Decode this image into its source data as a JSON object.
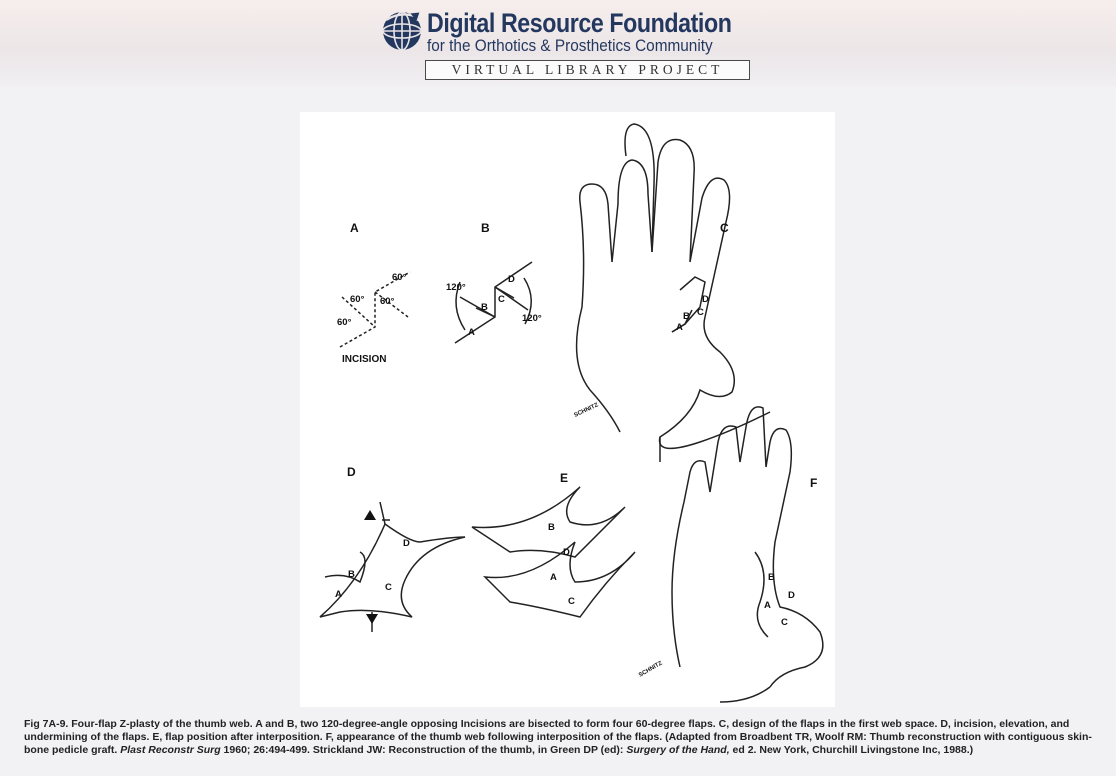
{
  "header": {
    "title": "Digital Resource Foundation",
    "subtitle": "for the Orthotics & Prosthetics Community",
    "project": "VIRTUAL LIBRARY PROJECT"
  },
  "figure": {
    "panel_labels": [
      "A",
      "B",
      "C",
      "D",
      "E",
      "F"
    ],
    "panel_a": {
      "angles": [
        "60°",
        "60°",
        "60°",
        "60°"
      ],
      "caption": "INCISION"
    },
    "panel_b": {
      "angles": [
        "120°",
        "120°"
      ],
      "flaps": [
        "A",
        "B",
        "C",
        "D"
      ]
    },
    "panel_c": {
      "flaps": [
        "A",
        "B",
        "C",
        "D"
      ]
    },
    "panel_d": {
      "flaps": [
        "A",
        "B",
        "C",
        "D"
      ]
    },
    "panel_e": {
      "flaps": [
        "B",
        "D",
        "A",
        "C"
      ]
    },
    "panel_f": {
      "flaps": [
        "B",
        "D",
        "A",
        "C"
      ]
    },
    "signature": "SCHNITZ"
  },
  "caption": {
    "part1": "Fig 7A-9. Four-flap Z-plasty of the thumb web. A and B, two 120-degree-angle opposing Incisions are bisected to form four 60-degree flaps. C, design of the flaps in the first web space. D, incision, elevation, and undermining of the flaps. E, flap position after interposition. F, appearance of the thumb web following interposition of the flaps. (Adapted from Broadbent TR, Woolf RM: Thumb reconstruction with contiguous skin-bone pedicle graft. ",
    "journal": "Plast Reconstr Surg",
    "part2": " 1960; 26:494-499. Strickland JW: Reconstruction of the thumb, in Green DP (ed): ",
    "book": "Surgery of the Hand,",
    "part3": " ed 2. New York, Churchill Livingstone Inc, 1988.)"
  }
}
